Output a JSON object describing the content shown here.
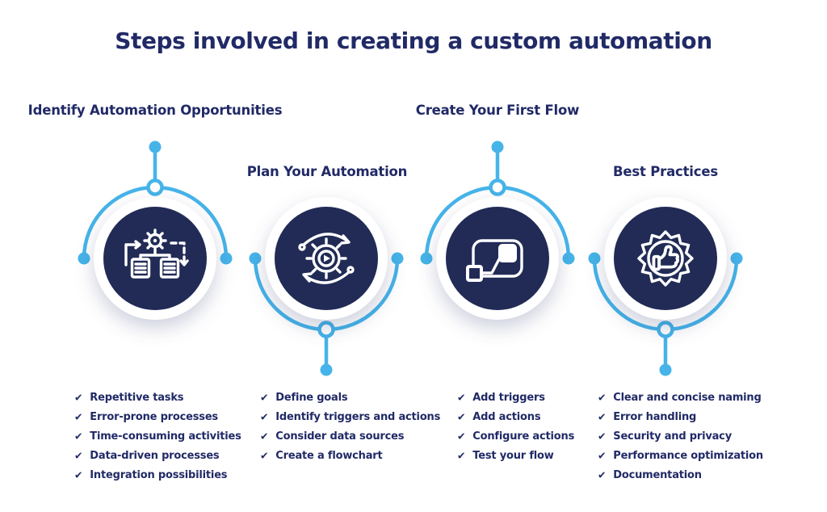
{
  "title": "Steps involved in creating a custom automation",
  "bullet": "✔",
  "colors": {
    "navy": "#212a66",
    "circle": "#212b56",
    "blue": "#46b4e9",
    "bg": "#ffffff"
  },
  "steps": [
    {
      "label": "Identify Automation Opportunities",
      "icon": "process-gear-documents-icon",
      "items": [
        "Repetitive tasks",
        "Error-prone processes",
        "Time-consuming activities",
        "Data-driven processes",
        "Integration possibilities"
      ]
    },
    {
      "label": "Plan Your Automation",
      "icon": "gear-play-cycle-icon",
      "items": [
        "Define goals",
        "Identify triggers and actions",
        "Consider data sources",
        "Create a flowchart"
      ]
    },
    {
      "label": "Create Your First Flow",
      "icon": "power-automate-icon",
      "items": [
        "Add triggers",
        "Add actions",
        "Configure actions",
        "Test your flow"
      ]
    },
    {
      "label": "Best Practices",
      "icon": "thumbs-up-badge-icon",
      "items": [
        "Clear and concise naming",
        "Error handling",
        "Security and privacy",
        "Performance optimization",
        "Documentation"
      ]
    }
  ]
}
